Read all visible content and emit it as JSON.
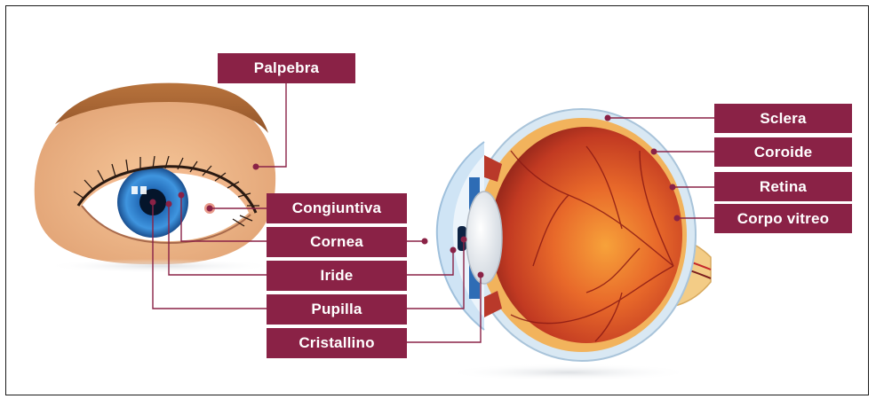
{
  "labels": {
    "palpebra": "Palpebra",
    "congiuntiva": "Congiuntiva",
    "cornea": "Cornea",
    "iride": "Iride",
    "pupilla": "Pupilla",
    "cristallino": "Cristallino",
    "sclera": "Sclera",
    "coroide": "Coroide",
    "retina": "Retina",
    "corpo_vitreo": "Corpo vitreo"
  },
  "colors": {
    "label_bg": "#8a2246",
    "label_text": "#ffffff",
    "leader_line": "#8a2246"
  }
}
